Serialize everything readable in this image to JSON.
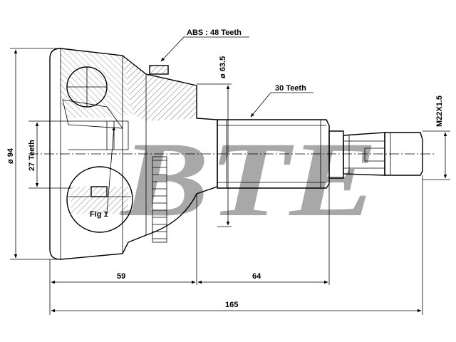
{
  "watermark": "BTE",
  "labels": {
    "abs": "ABS : 48 Teeth",
    "dia_63": "ø 63.5",
    "teeth_30": "30 Teeth",
    "thread": "M22X1.5",
    "dia_94": "ø 94",
    "teeth_27": "27 Teeth",
    "fig": "Fig 1"
  },
  "dimensions": {
    "len_59": "59",
    "len_64": "64",
    "len_165": "165"
  }
}
